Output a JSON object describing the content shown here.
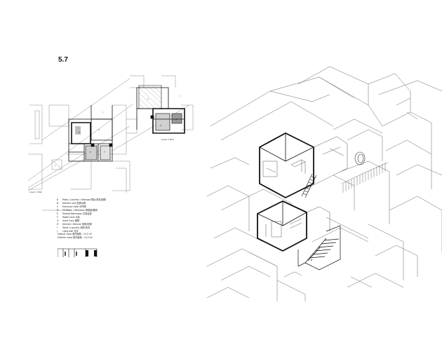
{
  "page_number": "5.7",
  "plan_labels": {
    "level_2": "Level 2 Plan",
    "level_1": "Level 1 Plan"
  },
  "legend": [
    {
      "key": "A",
      "text": "Patio / Laundry / Storage 陽台/洗衣/儲物"
    },
    {
      "key": "B",
      "text": "Kitchen sink 廚房水槽"
    },
    {
      "key": "C",
      "text": "Entrance Gate 大門閘"
    },
    {
      "key": "D",
      "text": "TV Room / Bedroom 電視廳/睡房"
    },
    {
      "key": "E",
      "text": "Shared Bathroom 共用浴室"
    },
    {
      "key": "F",
      "text": "Water tank 水缸"
    },
    {
      "key": "G",
      "text": "Used Cons 雜物"
    },
    {
      "key": "H",
      "text": "Kitchen / Kitchen 廚房/廚房"
    },
    {
      "key": "I",
      "text": "Toilet / Laundry 廁所/洗衣"
    },
    {
      "key": "J",
      "text": "Light well 天井"
    }
  ],
  "areas": [
    "Interior Area 室內面積 : 13.2 m²",
    "Exterior Area 室外面積 : 14.5 m²"
  ]
}
